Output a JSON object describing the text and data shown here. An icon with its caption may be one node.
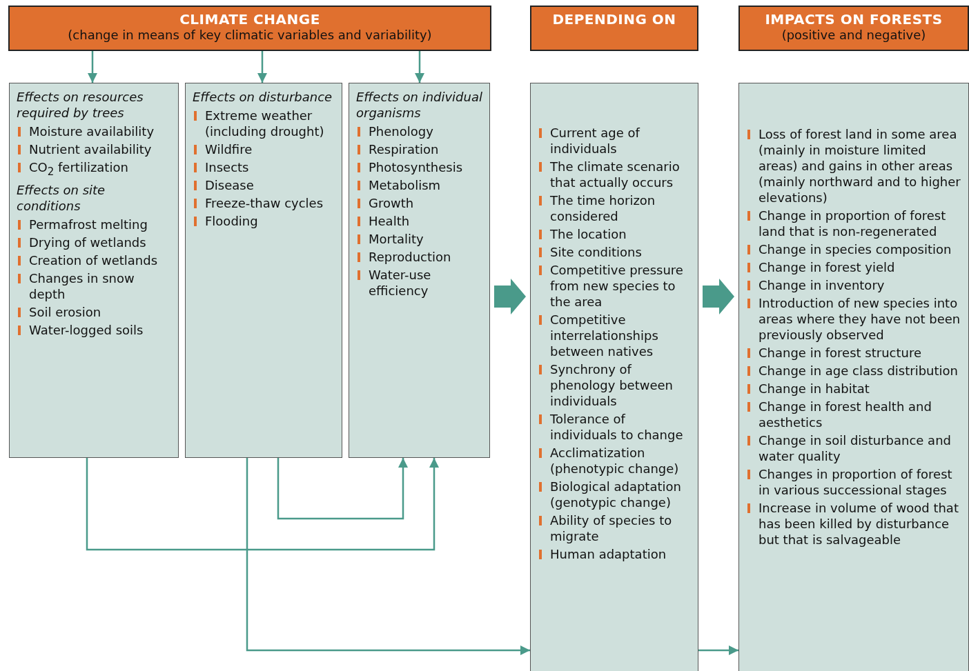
{
  "diagram": {
    "nodes": [
      {
        "text": [
          "CLIMATE CHANGE",
          "(change in means of key climatic variables and variability)"
        ]
      },
      {
        "text": [
          "DEPENDING ON"
        ]
      },
      {
        "text": [
          "IMPACTS ON FORESTS",
          "(positive and negative)"
        ]
      },
      {
        "text": [
          "Effects on resources required by trees",
          "Moisture availability",
          "Nutrient availability",
          "CO$_{2}$ fertilization",
          "Effects on site conditions",
          "Permafrost melting",
          "Drying of wetlands",
          "Creation of wetlands",
          "Changes in snow depth",
          "Soil erosion",
          "Water-logged soils"
        ]
      },
      {
        "text": [
          "Effects on disturbance",
          "Extreme weather (including drought)",
          "Wildfire",
          "Insects",
          "Disease",
          "Freeze-thaw cycles",
          "Flooding"
        ]
      },
      {
        "text": [
          "Effects on individual organisms",
          "Phenology",
          "Respiration",
          "Photosynthesis",
          "Metabolism",
          "Growth",
          "Health",
          "Mortality",
          "Reproduction",
          "Water-use efficiency"
        ]
      },
      {
        "text": [
          "Current age of individuals",
          "The climate scenario that actually occurs",
          "The time horizon considered",
          "The location",
          "Site conditions",
          "Competitive pressure from new species to the area",
          "Competitive interrelationships between natives",
          "Synchrony of phenology between individuals",
          "Tolerance of individuals to change",
          "Acclimatization (phenotypic change)",
          "Biological adaptation (genotypic change)",
          "Ability of species to migrate",
          "Human adaptation"
        ]
      },
      {
        "text": [
          "Loss of forest land in some area (mainly in moisture limited areas) and gains in other areas (mainly northward and to higher elevations)",
          "Change in proportion of forest land that is non-regenerated",
          "Change in species composition",
          "Change in forest yield",
          "Change in inventory",
          "Introduction of new species into areas where they have not been previously observed",
          "Change in forest structure",
          "Change in age class distribution",
          "Change in habitat",
          "Change in forest health and aesthetics",
          "Change in soil disturbance and water quality",
          "Changes in proportion of forest in various successional stages",
          "Increase in volume of wood that has been killed by disturbance but that is salvageable"
        ]
      }
    ],
    "edges": [
      {
        "from": 0,
        "to": 3,
        "arrow": "to"
      },
      {
        "from": 0,
        "to": 4,
        "arrow": "to"
      },
      {
        "from": 0,
        "to": 5,
        "arrow": "to"
      },
      {
        "from": 4,
        "to": 5,
        "arrow": "to"
      },
      {
        "from": 3,
        "to": 5,
        "arrow": "to"
      },
      {
        "from": 4,
        "to": 6,
        "arrow": "to"
      },
      {
        "from": 5,
        "to": 6,
        "arrow": "to",
        "style": "thick"
      },
      {
        "from": 6,
        "to": 7,
        "arrow": "to",
        "style": "thick"
      },
      {
        "from": 6,
        "to": 7,
        "arrow": "to"
      }
    ]
  }
}
